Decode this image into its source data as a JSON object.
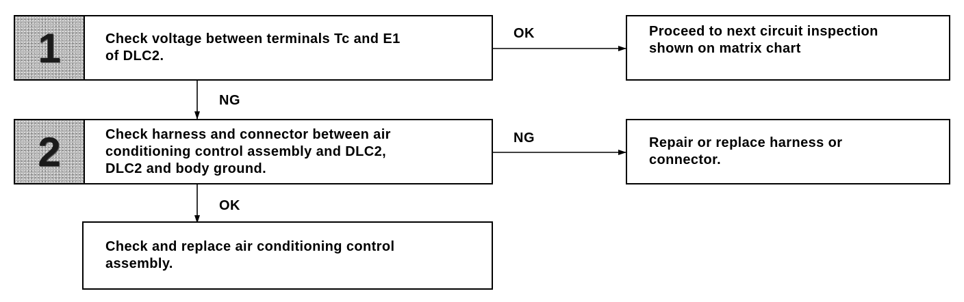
{
  "steps": [
    {
      "number": "1",
      "text": "Check voltage between terminals Tc and E1\nof DLC2."
    },
    {
      "number": "2",
      "text": "Check harness and connector between air\nconditioning control assembly and DLC2,\nDLC2 and body ground."
    }
  ],
  "outcomes": {
    "step1_ok": "Proceed to next circuit inspection\nshown on matrix chart",
    "step2_ng": "Repair or replace harness or\nconnector.",
    "final": "Check and replace air conditioning control\nassembly."
  },
  "labels": {
    "step1_right": "OK",
    "step1_down": "NG",
    "step2_right": "NG",
    "step2_down": "OK"
  }
}
